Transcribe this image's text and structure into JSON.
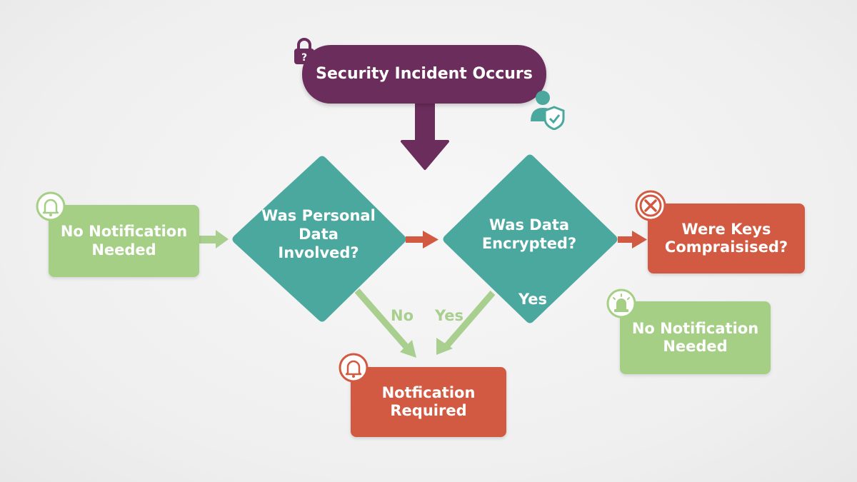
{
  "diagram": {
    "start": {
      "label": "Security Incident Occurs"
    },
    "decision_personal_data": {
      "label": "Was Personal Data Involved?"
    },
    "decision_encrypted": {
      "label": "Was Data Encrypted?"
    },
    "keys_compromised": {
      "label": "Were Keys Compraisised?"
    },
    "no_notification_left": {
      "label": "No Notification Needed"
    },
    "no_notification_right": {
      "label": "No Notification Needed"
    },
    "notification_required": {
      "label": "Notfication Required"
    },
    "edge_labels": {
      "no": "No",
      "yes_to_notification": "Yes",
      "yes_encrypted": "Yes"
    }
  },
  "colors": {
    "purple": "#6b2d5c",
    "teal": "#4aa89e",
    "green": "#a4cf85",
    "red": "#d35a42"
  },
  "icons": [
    "lock-icon",
    "user-shield-icon",
    "bell-icon",
    "close-circle-icon",
    "alert-siren-icon"
  ]
}
